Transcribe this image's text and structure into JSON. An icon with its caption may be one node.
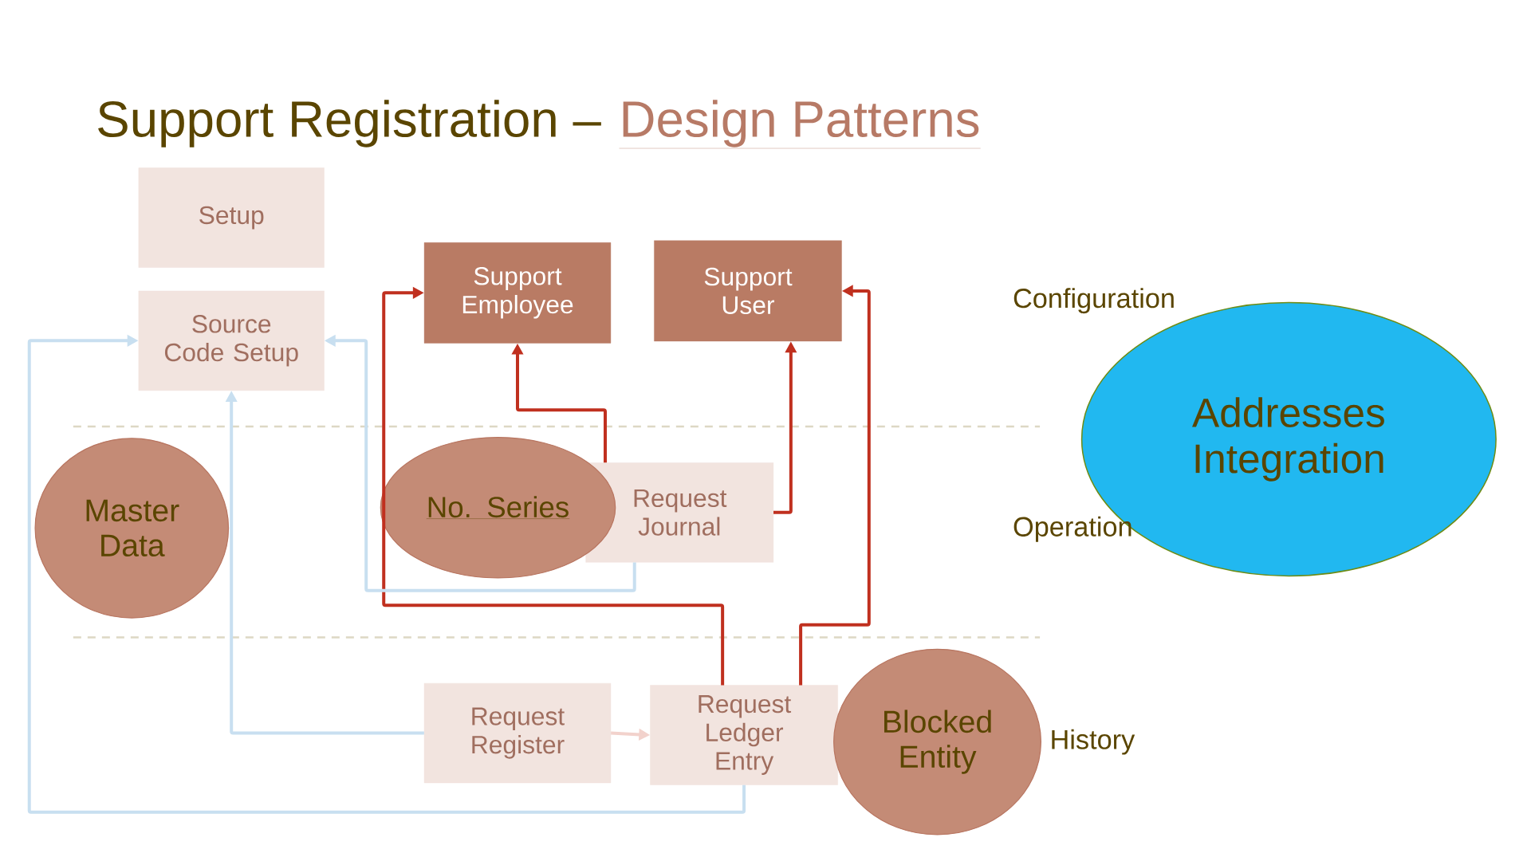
{
  "diagram": {
    "title": "Support Registration –",
    "nodes": [
      {
        "text": [
          "Setup"
        ]
      },
      {
        "text": [
          "Source Code Setup"
        ]
      },
      {
        "text": [
          "Support Employee"
        ]
      },
      {
        "text": [
          "Support User"
        ]
      },
      {
        "text": [
          "Request Journal"
        ]
      },
      {
        "text": [
          "Request Register"
        ]
      },
      {
        "text": [
          "Request Ledger Entry"
        ]
      },
      {
        "text": [
          "Master Data"
        ]
      },
      {
        "text": [
          "No. Series"
        ]
      },
      {
        "text": [
          "Blocked Entity"
        ]
      },
      {
        "text": [
          "Addresses Integration"
        ]
      }
    ],
    "edges": [
      {
        "from": 4,
        "to": 2,
        "arrow": "to"
      },
      {
        "from": 4,
        "to": 3,
        "arrow": "to"
      },
      {
        "from": 6,
        "to": 2,
        "arrow": "to"
      },
      {
        "from": 6,
        "to": 3,
        "arrow": "to"
      },
      {
        "from": 5,
        "to": 1,
        "arrow": "to",
        "color": "#c8dff0"
      },
      {
        "from": 4,
        "to": 1,
        "arrow": "to",
        "color": "#c8dff0"
      },
      {
        "from": 6,
        "to": 1,
        "arrow": "to",
        "color": "#c8dff0"
      },
      {
        "from": 5,
        "to": 6,
        "arrow": "to",
        "color": "#f2d2cc"
      }
    ],
    "labels": [
      "Design Patterns",
      "Configuration",
      "Operation",
      "History"
    ]
  }
}
